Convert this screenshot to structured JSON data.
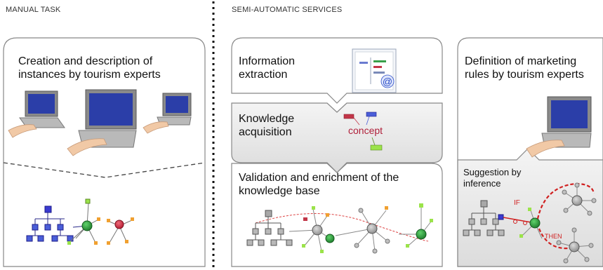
{
  "sections": {
    "manual": "MANUAL TASK",
    "semi": "SEMI-AUTOMATIC SERVICES"
  },
  "panels": {
    "creation": "Creation and description of instances by tourism experts",
    "info_extraction": "Information extraction",
    "knowledge_acquisition": "Knowledge acquisition",
    "concept_label": "concept",
    "validation": "Validation and enrichment of the knowledge base",
    "definition": "Definition of marketing rules by tourism experts",
    "suggestion": "Suggestion by inference",
    "if_label": "IF",
    "then_label": "THEN"
  }
}
